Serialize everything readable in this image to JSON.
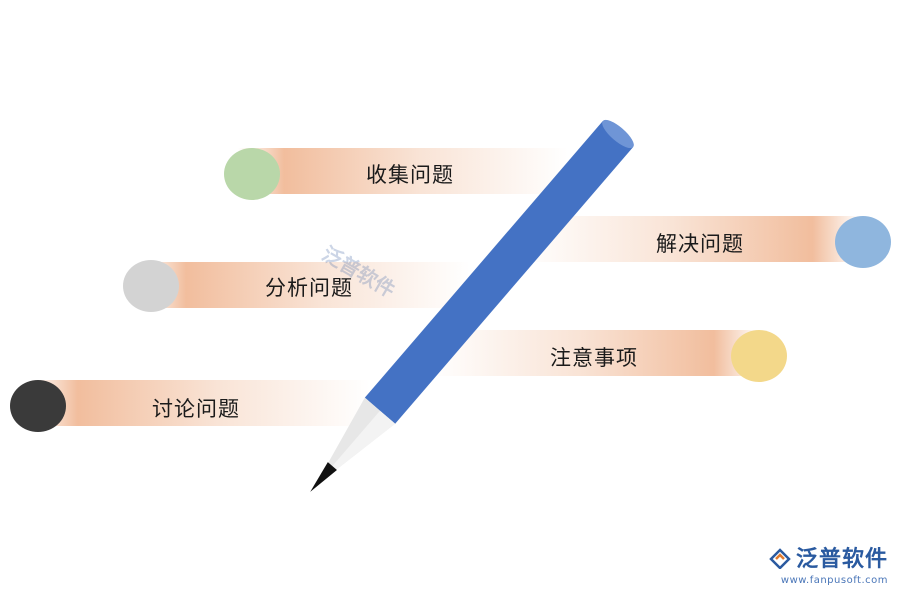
{
  "steps": [
    {
      "label": "收集问题",
      "color": "#b9d7a9"
    },
    {
      "label": "解决问题",
      "color": "#8fb6de"
    },
    {
      "label": "分析问题",
      "color": "#d3d3d3"
    },
    {
      "label": "注意事项",
      "color": "#f3d88a"
    },
    {
      "label": "讨论问题",
      "color": "#3a3a3a"
    }
  ],
  "pencil_icon": "pencil-icon",
  "watermark": {
    "text": "泛普软件"
  },
  "brand": {
    "name": "泛普软件",
    "url": "www.fanpusoft.com",
    "accent": "#2a5aa0"
  }
}
